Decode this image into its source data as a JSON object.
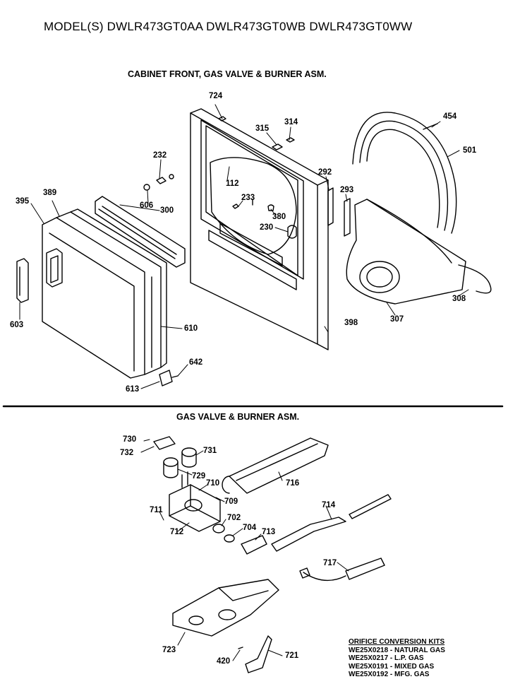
{
  "model_line": "MODEL(S) DWLR473GT0AA  DWLR473GT0WB  DWLR473GT0WW",
  "section_top_title": "CABINET FRONT, GAS VALVE & BURNER ASM.",
  "section_bottom_title": "GAS VALVE & BURNER ASM.",
  "callouts": {
    "c724": "724",
    "c315": "315",
    "c314": "314",
    "c454": "454",
    "c501": "501",
    "c232": "232",
    "c112": "112",
    "c292": "292",
    "c293": "293",
    "c233": "233",
    "c606": "606",
    "c300": "300",
    "c380": "380",
    "c230": "230",
    "c395": "395",
    "c389": "389",
    "c603": "603",
    "c610": "610",
    "c642": "642",
    "c613": "613",
    "c398": "398",
    "c307": "307",
    "c308": "308",
    "c730": "730",
    "c732": "732",
    "c731": "731",
    "c729": "729",
    "c710": "710",
    "c716": "716",
    "c709": "709",
    "c711": "711",
    "c712": "712",
    "c702": "702",
    "c704": "704",
    "c713": "713",
    "c714": "714",
    "c717": "717",
    "c723": "723",
    "c420": "420",
    "c721": "721"
  },
  "orifice_kits": {
    "title": "ORIFICE CONVERSION KITS",
    "items": [
      "WE25X0218 - NATURAL GAS",
      "WE25X0217 - L.P. GAS",
      "WE25X0191 - MIXED GAS",
      "WE25X0192 - MFG. GAS"
    ]
  }
}
